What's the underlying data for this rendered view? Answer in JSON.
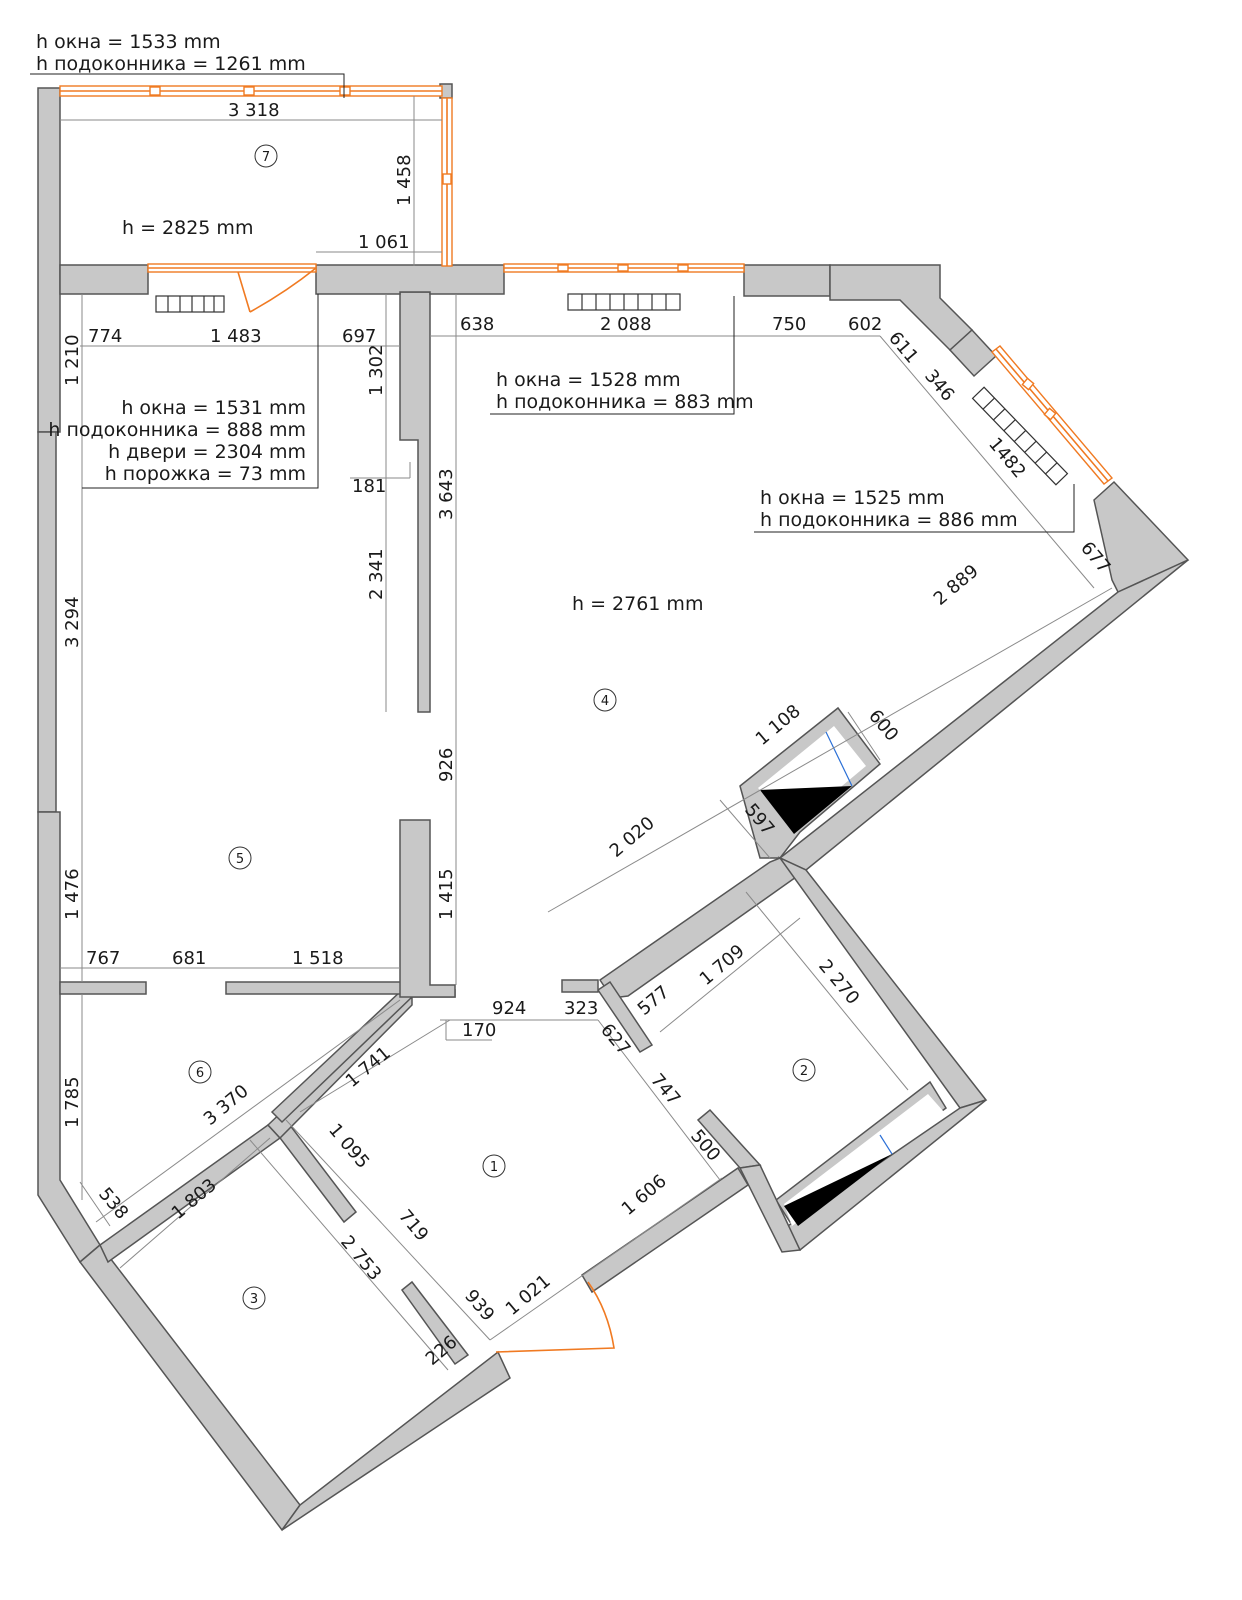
{
  "notes": [
    {
      "id": "n1",
      "lines": [
        "h окна = 1533 mm",
        "h подоконника = 1261 mm"
      ]
    },
    {
      "id": "n2",
      "lines": [
        "h окна = 1531 mm",
        "h подоконника = 888 mm",
        "h двери = 2304 mm",
        "h порожка = 73 mm"
      ]
    },
    {
      "id": "n3",
      "lines": [
        "h окна = 1528 mm",
        "h подоконника = 883 mm"
      ]
    },
    {
      "id": "n4",
      "lines": [
        "h окна = 1525 mm",
        "h подоконника = 886 mm"
      ]
    }
  ],
  "heights": {
    "balcony": "h = 2825 mm",
    "main": "h = 2761 mm"
  },
  "rooms": [
    "1",
    "2",
    "3",
    "4",
    "5",
    "6",
    "7"
  ],
  "dimensions": {
    "d3318": "3 318",
    "d1458": "1 458",
    "d1061": "1 061",
    "d774": "774",
    "d1483": "1 483",
    "d697": "697",
    "d1210": "1 210",
    "d1302": "1 302",
    "d181": "181",
    "d3643": "3 643",
    "d2341": "2 341",
    "d3294": "3 294",
    "d926": "926",
    "d1476": "1 476",
    "d1415": "1 415",
    "d767": "767",
    "d681": "681",
    "d1518": "1 518",
    "d1785": "1 785",
    "d638": "638",
    "d2088": "2 088",
    "d750": "750",
    "d602": "602",
    "d611": "611",
    "d346": "346",
    "d1482": "1482",
    "d677": "677",
    "d2889": "2 889",
    "d1108": "1 108",
    "d600": "600",
    "d597": "597",
    "d2020": "2 020",
    "d924": "924",
    "d323": "323",
    "d170": "170",
    "d627": "627",
    "d577": "577",
    "d1709": "1 709",
    "d2270": "2 270",
    "d747": "747",
    "d500": "500",
    "d1741": "1 741",
    "d3370": "3 370",
    "d1095": "1 095",
    "d719": "719",
    "d1606": "1 606",
    "d538": "538",
    "d1803": "1 803",
    "d2753": "2 753",
    "d939": "939",
    "d1021": "1 021",
    "d226": "226"
  },
  "colors": {
    "wall": "#c8c8c8",
    "window": "#f07a22",
    "shaft": "#000000",
    "shaft_line": "#2a6fd6"
  }
}
